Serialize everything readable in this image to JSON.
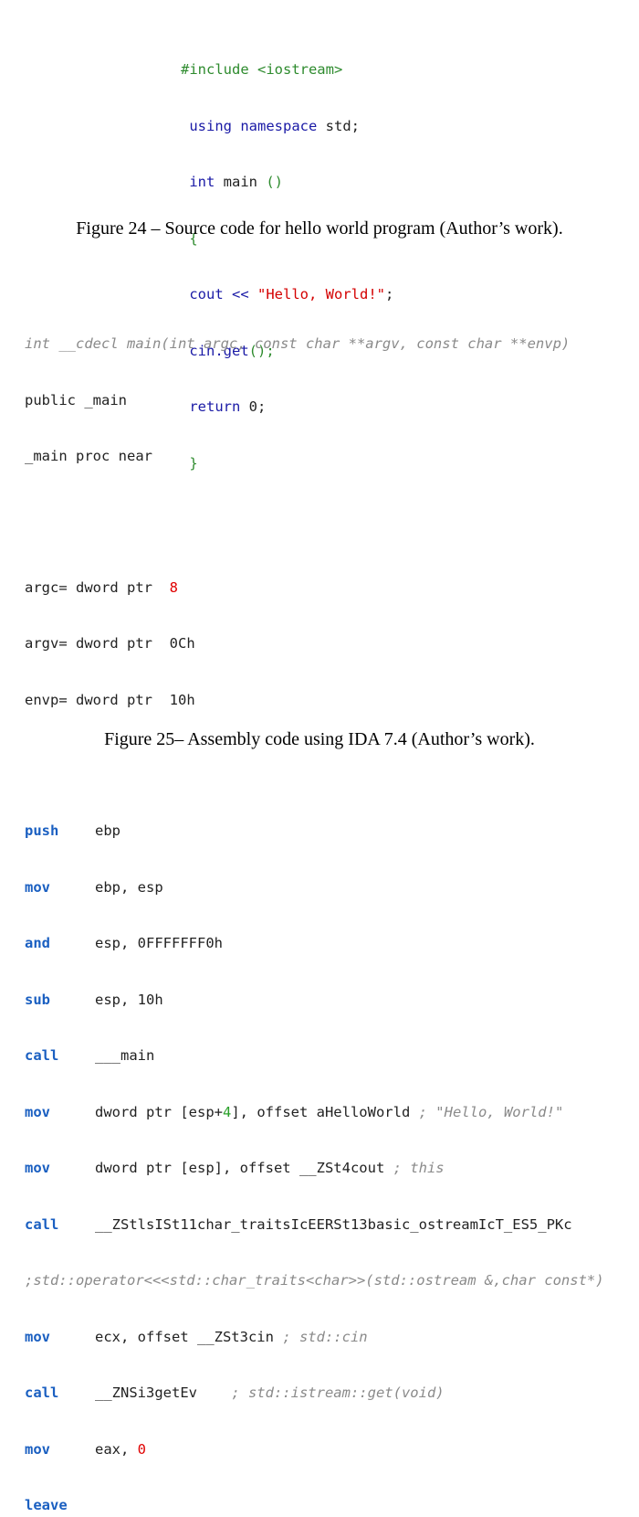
{
  "figure24": {
    "code": {
      "line1": "#include <iostream>",
      "line2_a": "using namespace ",
      "line2_b": "std;",
      "line3_a": "int ",
      "line3_b": "main ",
      "line3_c": "()",
      "line4": "{",
      "line5_a": "cout << ",
      "line5_b": "\"Hello, World!\"",
      "line5_c": ";",
      "line6_a": "cin.",
      "line6_b": "get",
      "line6_c": "();",
      "line7_a": "return ",
      "line7_b": "0",
      "line7_c": ";",
      "line8": "}"
    },
    "caption": "Figure 24 – Source code for hello world program (Author’s work)."
  },
  "figure25": {
    "header": {
      "signature": "int __cdecl main(int argc, const char **argv, const char **envp)",
      "public": "public _main",
      "proc": "_main proc near"
    },
    "vars": [
      {
        "name": "argc=",
        "type": " dword ptr  ",
        "value": "8"
      },
      {
        "name": "argv=",
        "type": " dword ptr  ",
        "value": "0Ch"
      },
      {
        "name": "envp=",
        "type": " dword ptr  ",
        "value": "10h"
      }
    ],
    "instructions": {
      "i1": {
        "mnem": "push",
        "ops": "ebp"
      },
      "i2": {
        "mnem": "mov",
        "ops": "ebp, esp"
      },
      "i3": {
        "mnem": "and",
        "ops": "esp, 0FFFFFFF0h"
      },
      "i4": {
        "mnem": "sub",
        "ops": "esp, 10h"
      },
      "i5": {
        "mnem": "call",
        "ops": "___main"
      },
      "i6": {
        "mnem": "mov",
        "ops_a": "dword ptr [esp+",
        "ops_num": "4",
        "ops_b": "], offset aHelloWorld ",
        "comment": "; \"Hello, World!\""
      },
      "i7": {
        "mnem": "mov",
        "ops": "dword ptr [esp], offset __ZSt4cout ",
        "comment": "; this"
      },
      "i8": {
        "mnem": "call",
        "ops": "__ZStlsISt11char_traitsIcEERSt13basic_ostreamIcT_ES5_PKc"
      },
      "c8": ";std::operator<<<std::char_traits<char>>(std::ostream &,char const*)",
      "i9": {
        "mnem": "mov",
        "ops": "ecx, offset __ZSt3cin ",
        "comment": "; std::cin"
      },
      "i10": {
        "mnem": "call",
        "ops": "__ZNSi3getEv    ",
        "comment": "; std::istream::get(void)"
      },
      "i11": {
        "mnem": "mov",
        "ops": "eax, ",
        "num": "0"
      },
      "i12": {
        "mnem": "leave"
      }
    },
    "caption": "Figure 25– Assembly code using IDA 7.4 (Author’s work)."
  }
}
